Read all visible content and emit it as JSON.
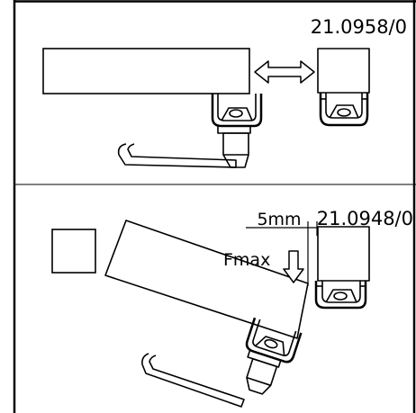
{
  "panels": [
    {
      "code": "21.0958/0"
    },
    {
      "code": "21.0948/0",
      "gap": "5mm",
      "force": "Fmax"
    }
  ],
  "colors": {
    "stroke": "#000000",
    "background": "#ffffff"
  }
}
